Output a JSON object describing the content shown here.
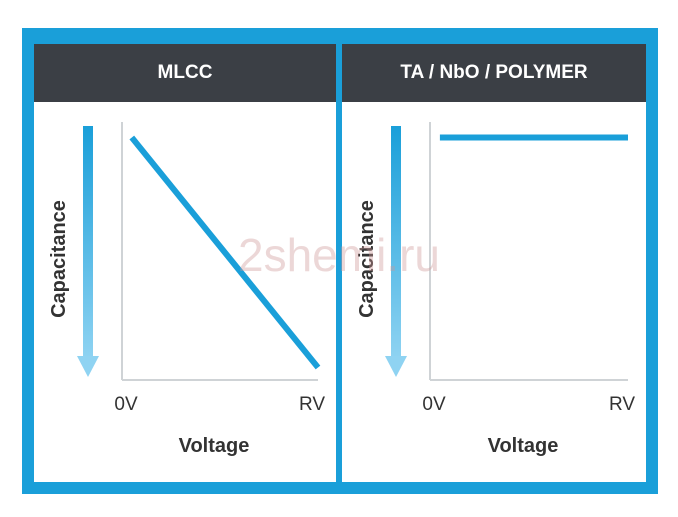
{
  "colors": {
    "border": "#1a9fd9",
    "header_bg": "#3b3f45",
    "header_text": "#ffffff",
    "line": "#1a9fd9",
    "axis": "#cfd3d6",
    "text": "#333333"
  },
  "watermark": "2shemi.ru",
  "chart_data": [
    {
      "type": "line",
      "title": "MLCC",
      "xlabel": "Voltage",
      "ylabel": "Capacitance",
      "x_ticks": [
        "0V",
        "RV"
      ],
      "x": [
        0.05,
        1.0
      ],
      "values": [
        0.97,
        0.05
      ],
      "xlim": [
        0,
        1
      ],
      "ylim": [
        0,
        1
      ],
      "grid": false
    },
    {
      "type": "line",
      "title": "TA / NbO / POLYMER",
      "xlabel": "Voltage",
      "ylabel": "Capacitance",
      "x_ticks": [
        "0V",
        "RV"
      ],
      "x": [
        0.05,
        1.0
      ],
      "values": [
        0.97,
        0.97
      ],
      "xlim": [
        0,
        1
      ],
      "ylim": [
        0,
        1
      ],
      "grid": false
    }
  ]
}
